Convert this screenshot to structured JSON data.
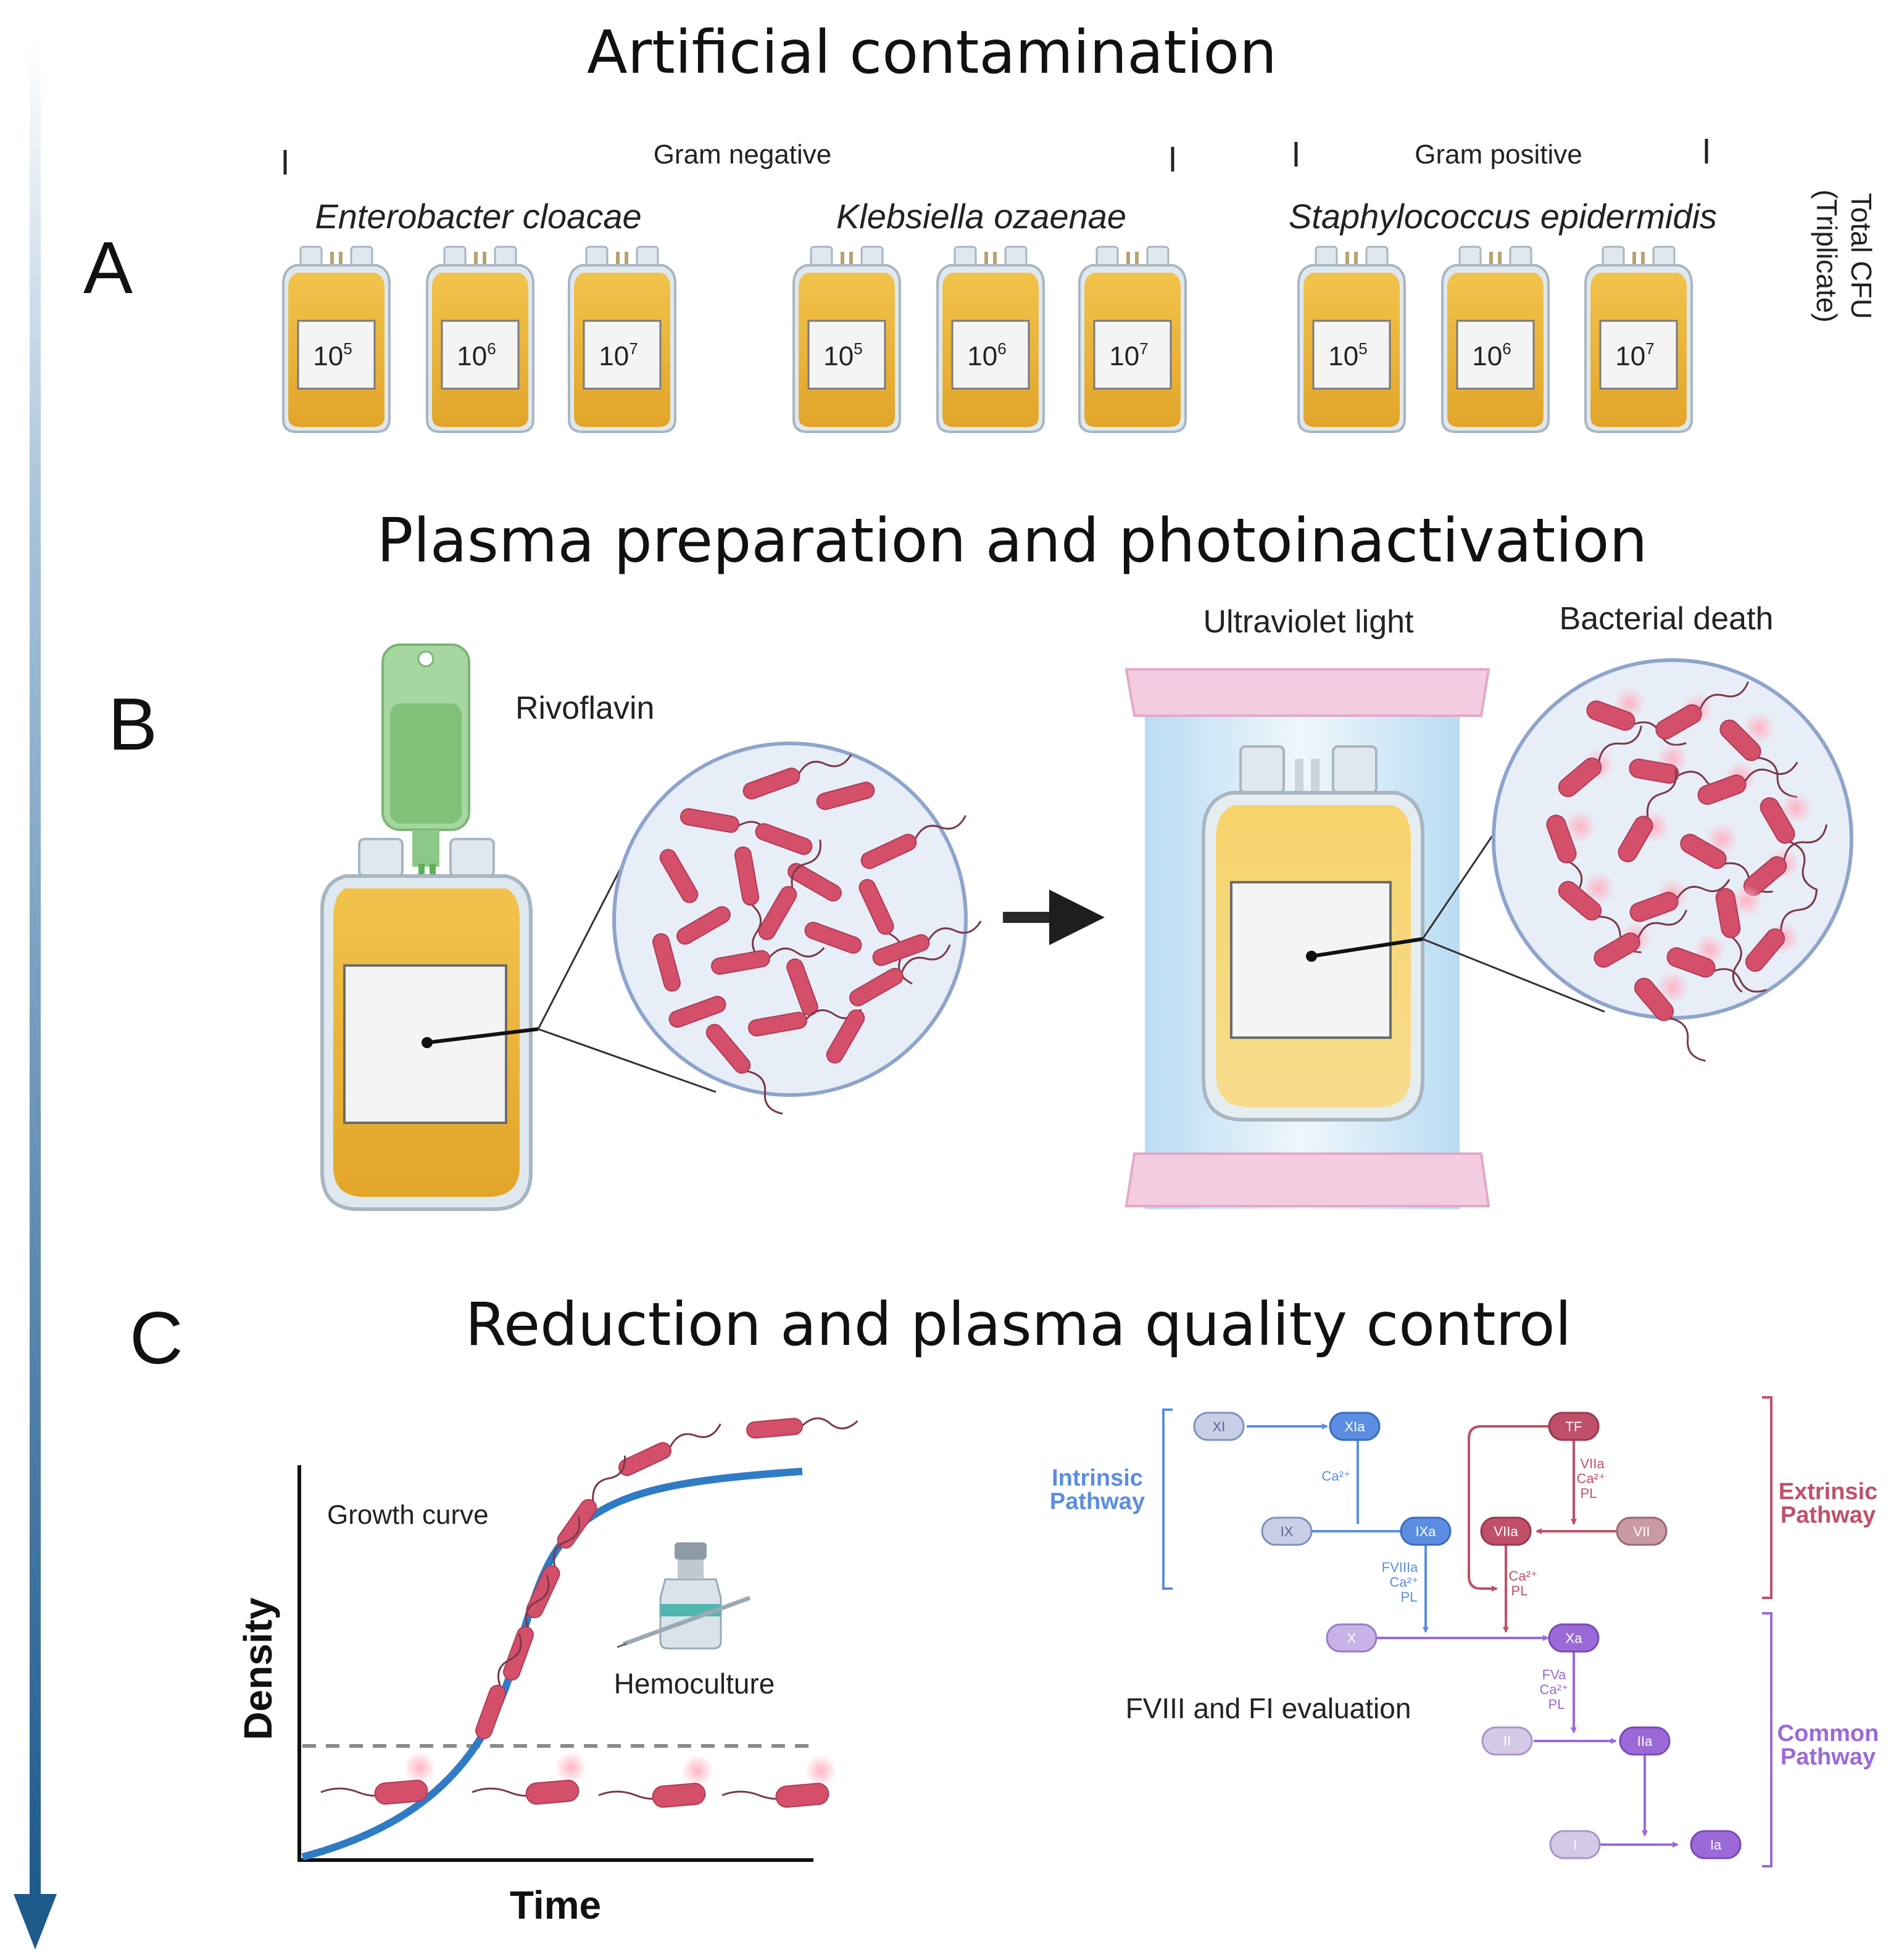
{
  "sections": {
    "a": {
      "letter": "A",
      "title": "Artificial contamination"
    },
    "b": {
      "letter": "B",
      "title": "Plasma preparation and photoinactivation"
    },
    "c": {
      "letter": "C",
      "title": "Reduction and plasma quality control"
    }
  },
  "panel_a": {
    "gram_negative": "Gram negative",
    "gram_positive": "Gram positive",
    "species": [
      {
        "name": "Enterobacter cloacae"
      },
      {
        "name": "Klebsiella ozaenae"
      },
      {
        "name": "Staphylococcus epidermidis"
      }
    ],
    "concentration_base": "10",
    "concentration_exponents": [
      "5",
      "6",
      "7"
    ],
    "side_label_line1": "Total CFU",
    "side_label_line2": "(Triplicate)"
  },
  "panel_b": {
    "rivoflavin": "Rivoflavin",
    "uv_light": "Ultraviolet light",
    "bacterial_death": "Bacterial death"
  },
  "panel_c": {
    "growth_curve": "Growth curve",
    "hemoculture": "Hemoculture",
    "y_axis": "Density",
    "x_axis": "Time",
    "fviii_eval": "FVIII and FI evaluation",
    "pathways": {
      "intrinsic": [
        "Intrinsic",
        "Pathway"
      ],
      "extrinsic": [
        "Extrinsic",
        "Pathway"
      ],
      "common": [
        "Common",
        "Pathway"
      ]
    },
    "factors": {
      "XI": "XI",
      "XIa": "XIa",
      "IX": "IX",
      "IXa": "IXa",
      "TF": "TF",
      "VIIa": "VIIa",
      "VII": "VII",
      "X": "X",
      "Xa": "Xa",
      "II": "II",
      "IIa": "IIa",
      "I": "I",
      "Ia": "Ia"
    },
    "cofactors": {
      "ca": "Ca²⁺",
      "pl": "PL",
      "fviiia": "FVIIIa",
      "fva": "FVa",
      "viia": "VIIa"
    }
  },
  "colors": {
    "plasma": "#e9b43a",
    "bacteria": "#d4506a",
    "intrinsic": "#5b8ee0",
    "extrinsic": "#c0506a",
    "common": "#9b6ad8",
    "arrow": "#1f5a8c",
    "curve": "#2f7bc4"
  }
}
